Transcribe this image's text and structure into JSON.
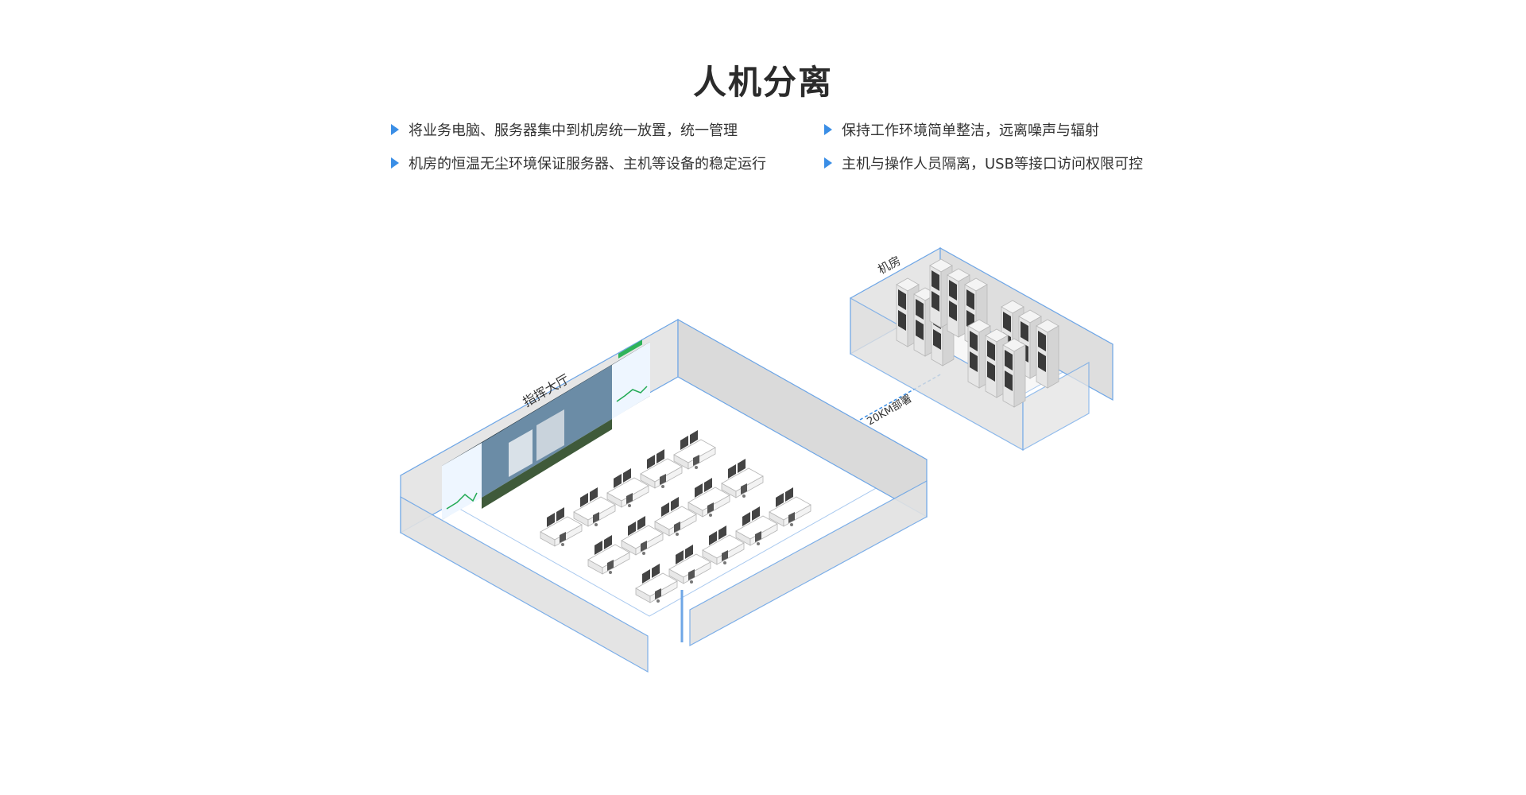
{
  "header": {
    "title": "人机分离"
  },
  "features": [
    "将业务电脑、服务器集中到机房统一放置，统一管理",
    "保持工作环境简单整洁，远离噪声与辐射",
    "机房的恒温无尘环境保证服务器、主机等设备的稳定运行",
    "主机与操作人员隔离，USB等接口访问权限可控"
  ],
  "diagram": {
    "hall_label": "指挥大厅",
    "server_room_label": "机房",
    "link_label": "20KM部署"
  }
}
